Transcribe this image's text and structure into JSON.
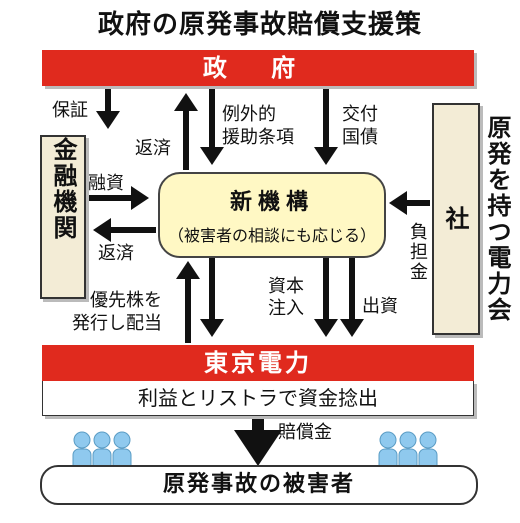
{
  "title": "政府の原発事故賠償支援策",
  "boxes": {
    "government": "政 府",
    "new_body_title": "新機構",
    "new_body_subtitle": "（被害者の相談にも応じる）",
    "bank": "金融機関",
    "utility": "原発を持つ電力会社",
    "tepco": "東京電力",
    "tepco_note": "利益とリストラで資金捻出",
    "victims": "原発事故の被害者"
  },
  "labels": {
    "guarantee": "保証",
    "financing": "融資",
    "repay_top": "返済",
    "repay_bank": "返済",
    "exceptional_support": [
      "例外的",
      "援助条項"
    ],
    "grant_bonds": [
      "交付",
      "国債"
    ],
    "contribution": "負担金",
    "capital": [
      "資本",
      "注入"
    ],
    "investment": "出資",
    "preferred_shares": [
      "優先株を",
      "発行し配当"
    ],
    "compensation": "賠償金"
  },
  "colors": {
    "red_band": "#e02a1e",
    "beige_box": "#f3ecd6",
    "new_body_fill": "#fff8c4",
    "people_blue": "#8fc9ee"
  }
}
